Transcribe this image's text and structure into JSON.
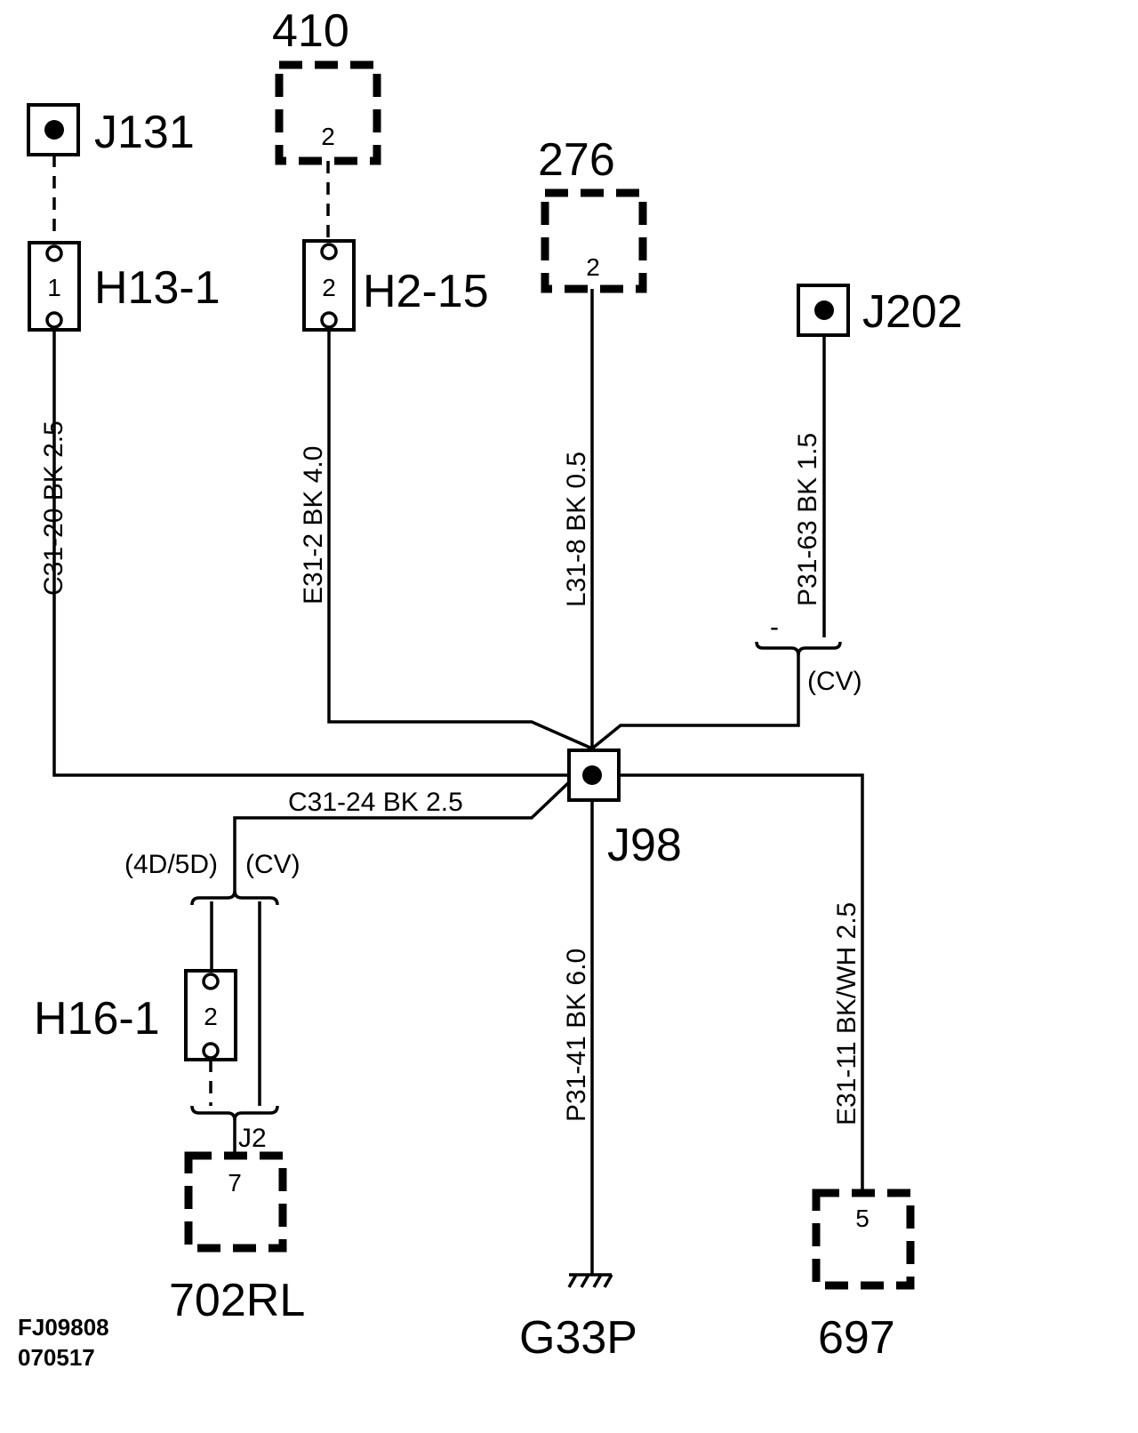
{
  "components": {
    "j131": "J131",
    "c410": "410",
    "c410_pin": "2",
    "c276": "276",
    "c276_pin": "2",
    "j202": "J202",
    "h13": "H13-1",
    "h13_pin": "1",
    "h2": "H2-15",
    "h2_pin": "2",
    "j98": "J98",
    "h16": "H16-1",
    "h16_pin": "2",
    "j2": "J2",
    "c702_pin": "7",
    "c702": "702RL",
    "ground": "G33P",
    "c697_pin": "5",
    "c697": "697"
  },
  "wires": {
    "c31_20": "C31-20  BK  2.5",
    "e31_2": "E31-2  BK  4.0",
    "l31_8": "L31-8  BK  0.5",
    "p31_63": "P31-63  BK  1.5",
    "c31_24": "C31-24  BK  2.5",
    "p31_41": "P31-41  BK  6.0",
    "e31_11": "E31-11  BK/WH  2.5"
  },
  "options": {
    "cv_top": "(CV)",
    "minus": "-",
    "variant_4d5d": "(4D/5D)",
    "cv_left": "(CV)"
  },
  "footer": {
    "line1": "FJ09808",
    "line2": "070517"
  }
}
